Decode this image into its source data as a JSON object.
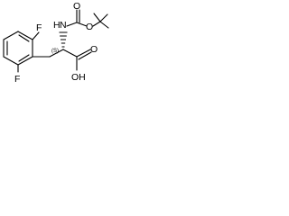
{
  "structure": {
    "atoms": {
      "fluorine_top": "F",
      "fluorine_bottom": "F",
      "nitrogen": "N",
      "nitrogen_h": "H",
      "oxygen_carbonyl_boc": "O",
      "oxygen_ether_boc": "O",
      "oxygen_carbonyl_acid": "O",
      "acid_oh": "OH",
      "stereo_label": "(S)"
    },
    "colors": {
      "bond": "#000000",
      "text": "#000000",
      "background": "#ffffff"
    }
  }
}
